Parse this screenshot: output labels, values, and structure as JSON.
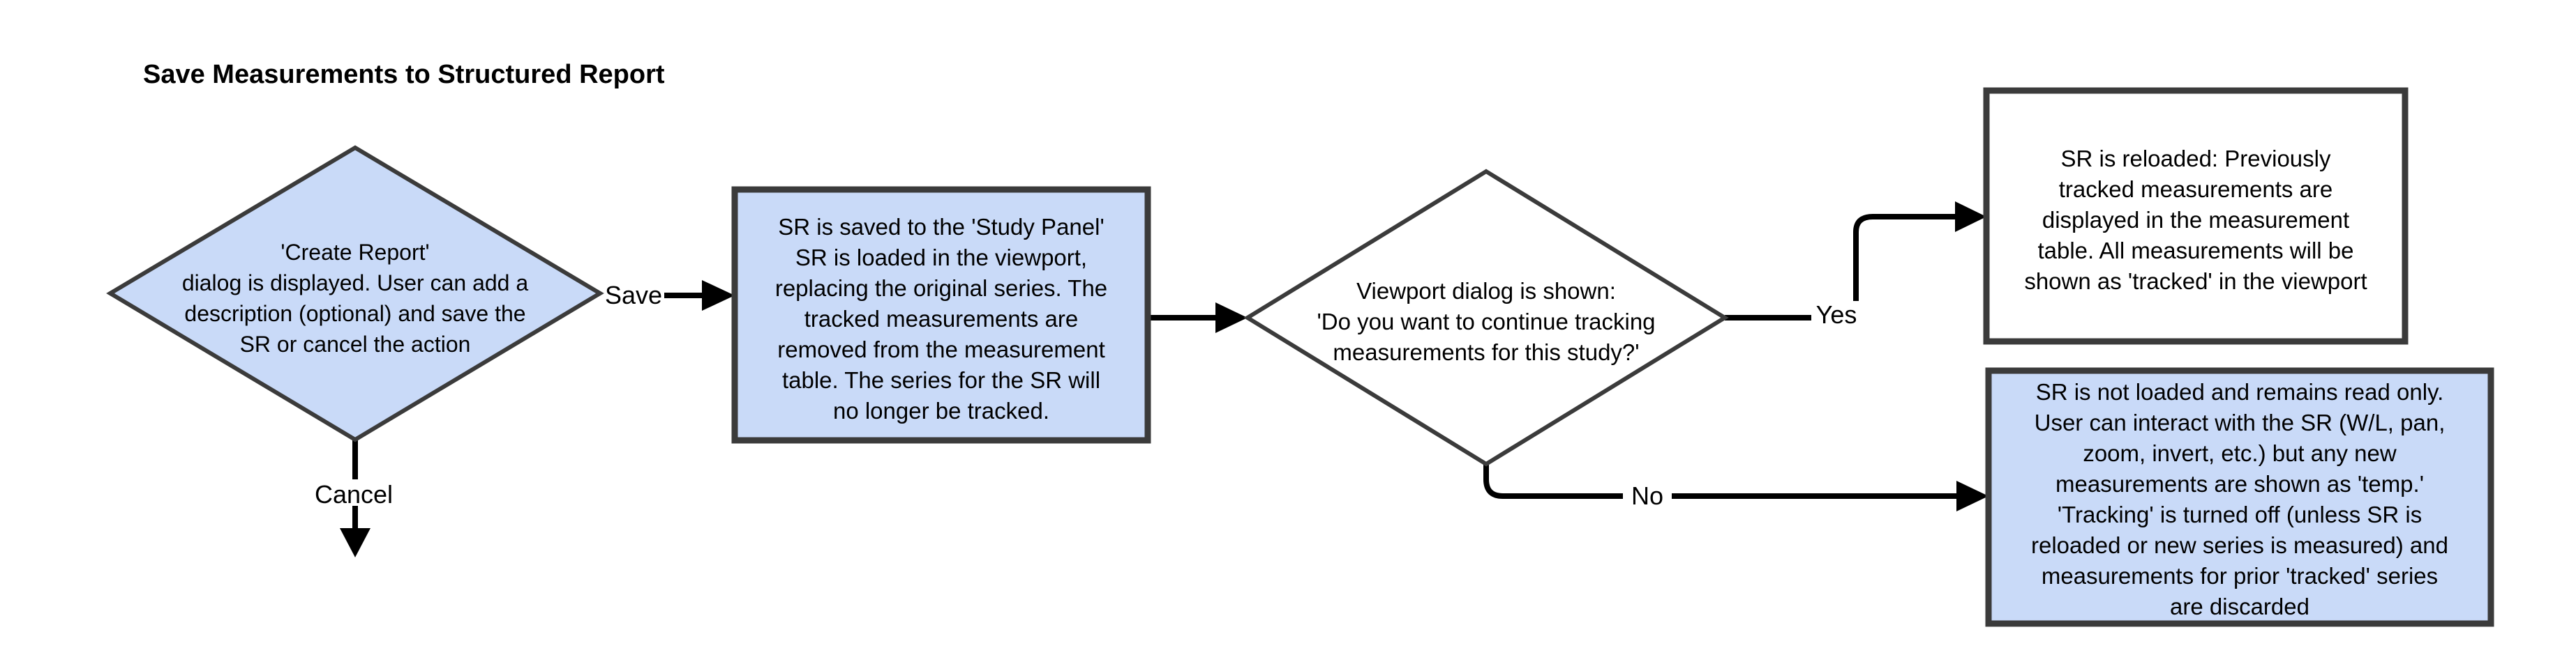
{
  "title": "Save Measurements to Structured Report",
  "nodes": {
    "create_report_decision": {
      "shape": "diamond",
      "fill": "#c9daf8",
      "lines": [
        "'Create Report'",
        "dialog is displayed. User can add a",
        "description (optional) and save the",
        "SR or cancel the action"
      ]
    },
    "sr_saved_process": {
      "shape": "rectangle",
      "fill": "#c9daf8",
      "lines": [
        "SR is saved to the 'Study Panel'",
        "SR is loaded in the viewport,",
        "replacing the original series. The",
        "tracked measurements are",
        "removed from the measurement",
        "table. The series for the SR will",
        "no longer be tracked."
      ]
    },
    "viewport_dialog_decision": {
      "shape": "diamond",
      "fill": "#ffffff",
      "lines": [
        "Viewport dialog is shown:",
        "'Do you want to continue tracking",
        "measurements for this study?'"
      ]
    },
    "sr_reloaded_result": {
      "shape": "rectangle",
      "fill": "#ffffff",
      "lines": [
        "SR is reloaded: Previously",
        "tracked measurements are",
        "displayed in the measurement",
        "table. All measurements will be",
        "shown as 'tracked' in the viewport"
      ]
    },
    "sr_not_loaded_result": {
      "shape": "rectangle",
      "fill": "#c9daf8",
      "lines": [
        "SR is not loaded and remains read only.",
        "User can interact with the SR (W/L, pan,",
        "zoom, invert, etc.) but any new",
        "measurements are shown as 'temp.'",
        "'Tracking' is turned off (unless SR is",
        "reloaded or new series is measured) and",
        "measurements for prior 'tracked' series",
        "are discarded"
      ]
    }
  },
  "edges": {
    "save_label": "Save",
    "cancel_label": "Cancel",
    "yes_label": "Yes",
    "no_label": "No"
  },
  "colors": {
    "node_fill_blue": "#c9daf8",
    "node_fill_white": "#ffffff",
    "node_border": "#3b3b3b",
    "connector": "#000000",
    "background": "#ffffff"
  }
}
